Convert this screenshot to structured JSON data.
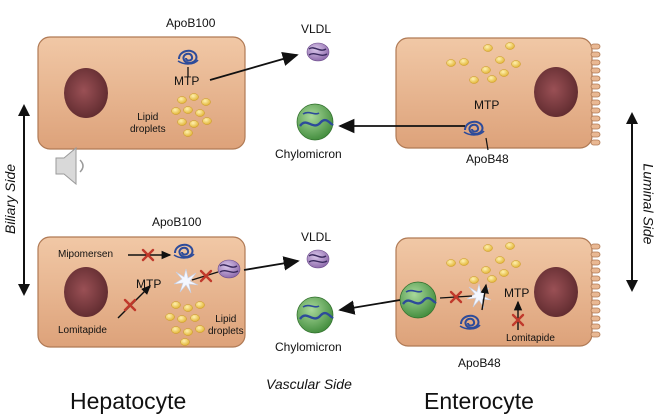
{
  "labels": {
    "apob100_top": "ApoB100",
    "mtp_hep_top": "MTP",
    "lipid_droplets_top_1": "Lipid",
    "lipid_droplets_top_2": "droplets",
    "vldl_top": "VLDL",
    "chylomicron_top": "Chylomicron",
    "mtp_ent_top": "MTP",
    "apob48_top": "ApoB48",
    "apob100_bottom": "ApoB100",
    "mipomersen": "Mipomersen",
    "mtp_hep_bottom": "MTP",
    "lomitapide_hep": "Lomitapide",
    "lipid_droplets_bottom_1": "Lipid",
    "lipid_droplets_bottom_2": "droplets",
    "vldl_bottom": "VLDL",
    "chylomicron_bottom": "Chylomicron",
    "mtp_ent_bottom": "MTP",
    "lomitapide_ent": "Lomitapide",
    "apob48_bottom": "ApoB48",
    "biliary_side": "Biliary Side",
    "luminal_side": "Luminal Side",
    "vascular_side": "Vascular Side",
    "hepatocyte": "Hepatocyte",
    "enterocyte": "Enterocyte"
  },
  "colors": {
    "cell_fill": "#e8b48e",
    "cell_stroke": "#b07a55",
    "nucleus": "#7a3a3e",
    "lipid": "#f2c94c",
    "vldl": "#9a7bb5",
    "chylomicron": "#4f9a4a",
    "apob": "#2d4b9a",
    "inhibitor_x": "#c0392b"
  },
  "icons": [
    "speaker-icon",
    "double-arrow-vertical-icon"
  ]
}
